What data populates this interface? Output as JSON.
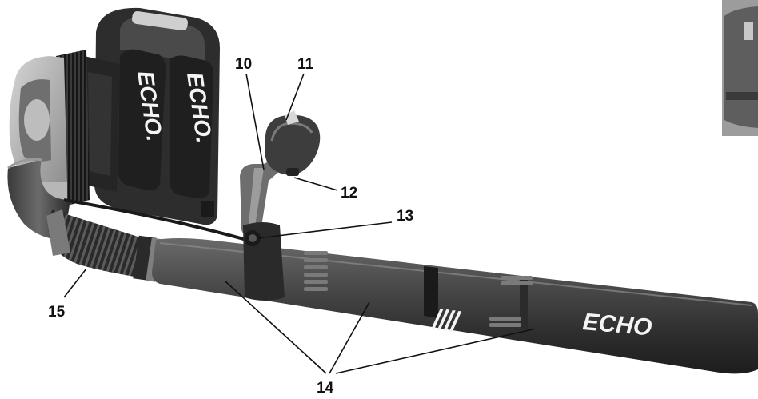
{
  "callouts": {
    "c10": "10",
    "c11": "11",
    "c12": "12",
    "c13": "13",
    "c14": "14",
    "c15": "15"
  },
  "branding": {
    "harness_left": "ECHO.",
    "harness_right": "ECHO.",
    "tube": "ECHO"
  },
  "colors": {
    "dark": "#2b2b2b",
    "mid": "#5a5a5a",
    "light": "#9a9a9a",
    "pale": "#c9c9c9"
  }
}
